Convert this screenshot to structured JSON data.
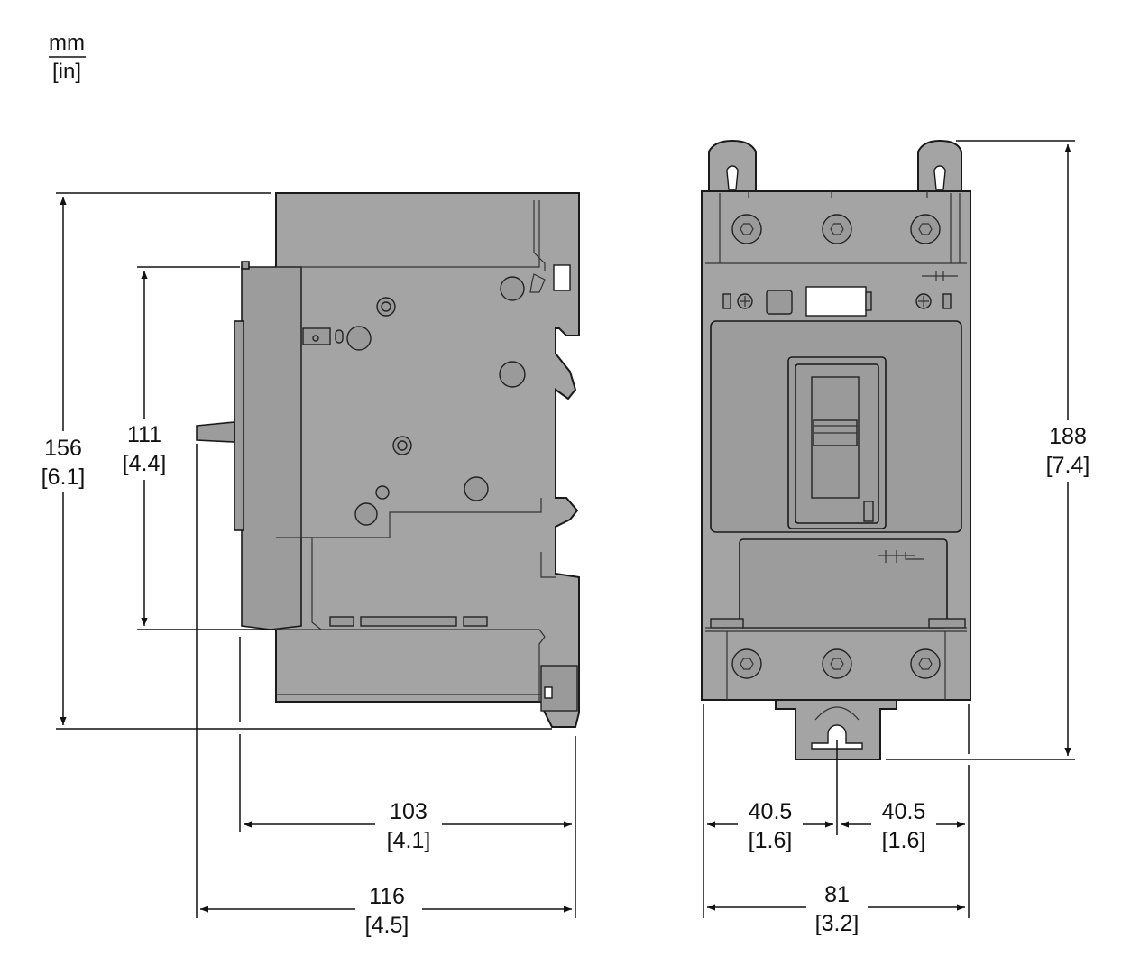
{
  "units": {
    "top": "mm",
    "bottom": "[in]"
  },
  "dimensions": {
    "side_total_height": {
      "mm": "156",
      "in": "[6.1]"
    },
    "side_inner_height": {
      "mm": "111",
      "in": "[4.4]"
    },
    "side_depth_body": {
      "mm": "103",
      "in": "[4.1]"
    },
    "side_depth_total": {
      "mm": "116",
      "in": "[4.5]"
    },
    "front_height": {
      "mm": "188",
      "in": "[7.4]"
    },
    "front_half_left": {
      "mm": "40.5",
      "in": "[1.6]"
    },
    "front_half_right": {
      "mm": "40.5",
      "in": "[1.6]"
    },
    "front_width": {
      "mm": "81",
      "in": "[3.2]"
    }
  },
  "colors": {
    "body": "#a4a4a4",
    "line": "#111111"
  }
}
